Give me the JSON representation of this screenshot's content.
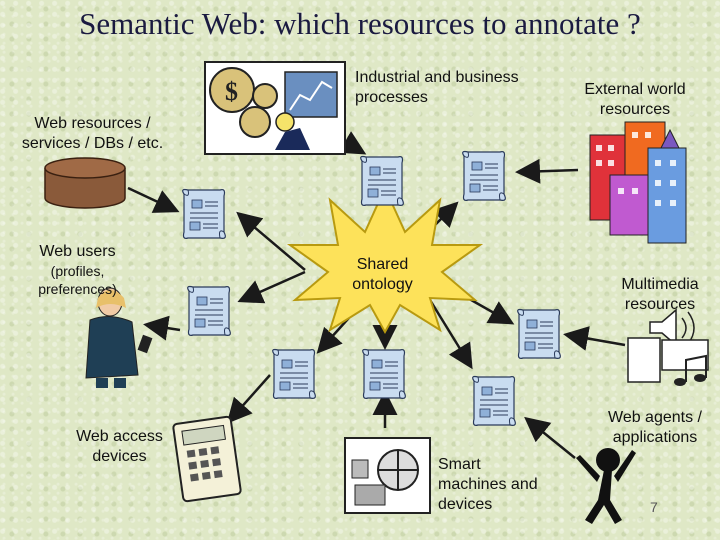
{
  "slide": {
    "title": "Semantic Web: which resources to annotate ?",
    "page_number": "7"
  },
  "labels": {
    "web_resources": "Web resources / services / DBs / etc.",
    "industrial": "Industrial and business processes",
    "external": "External world resources",
    "web_users": "Web users",
    "web_users_sub": "(profiles, preferences)",
    "shared_ontology": "Shared ontology",
    "multimedia": "Multimedia resources",
    "web_access": "Web access devices",
    "smart_machines": "Smart machines and devices",
    "web_agents": "Web agents / applications"
  },
  "colors": {
    "background": "#dfe8c6",
    "star_fill": "#fde25a",
    "star_stroke": "#b89a10",
    "doc_fill": "#c9dcf0",
    "arrow": "#1a1a1a"
  }
}
